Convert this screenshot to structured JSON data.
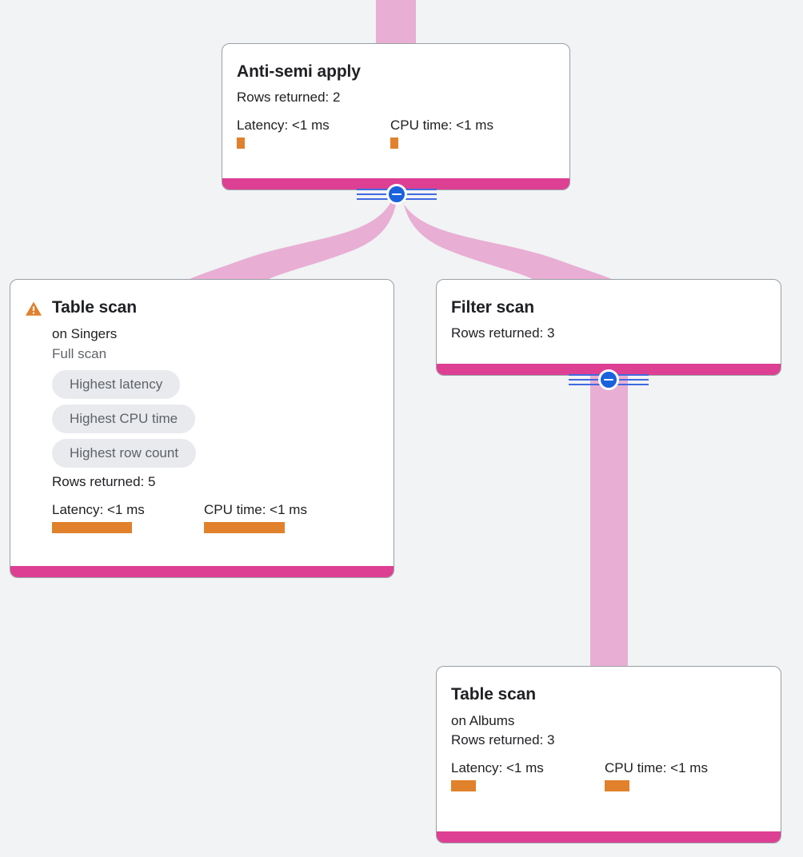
{
  "diagram": {
    "kind": "query-execution-plan",
    "background_color": "#f1f3f4",
    "edge_color": "#e8aed4",
    "accent_color": "#dd3f93",
    "bar_color": "#e1812c",
    "chip_bg_color": "#e8eaed",
    "chip_text_color": "#5f6368",
    "toggle_color": "#1a62dd"
  },
  "nodes": [
    {
      "id": "anti-semi-apply",
      "title": "Anti-semi apply",
      "has_warning": false,
      "subtitle": null,
      "scan_type": null,
      "chips": [],
      "rows_returned": "Rows returned: 2",
      "latency_label": "Latency: <1 ms",
      "cpu_label": "CPU time: <1 ms",
      "latency_bar_width": 10,
      "cpu_bar_width": 10
    },
    {
      "id": "table-scan-singers",
      "title": "Table scan",
      "has_warning": true,
      "subtitle": "on Singers",
      "scan_type": "Full scan",
      "chips": [
        "Highest latency",
        "Highest CPU time",
        "Highest row count"
      ],
      "rows_returned": "Rows returned: 5",
      "latency_label": "Latency: <1 ms",
      "cpu_label": "CPU time: <1 ms",
      "latency_bar_width": 100,
      "cpu_bar_width": 101
    },
    {
      "id": "filter-scan",
      "title": "Filter scan",
      "has_warning": false,
      "subtitle": null,
      "scan_type": null,
      "chips": [],
      "rows_returned": "Rows returned: 3",
      "latency_label": null,
      "cpu_label": null,
      "latency_bar_width": 0,
      "cpu_bar_width": 0
    },
    {
      "id": "table-scan-albums",
      "title": "Table scan",
      "has_warning": false,
      "subtitle": "on Albums",
      "scan_type": null,
      "chips": [],
      "rows_returned": "Rows returned: 3",
      "latency_label": "Latency: <1 ms",
      "cpu_label": "CPU time: <1 ms",
      "latency_bar_width": 31,
      "cpu_bar_width": 31
    }
  ],
  "toggles": [
    {
      "id": "toggle-anti-semi-apply",
      "icon": "minus-circle-icon",
      "state": "expanded"
    },
    {
      "id": "toggle-filter-scan",
      "icon": "minus-circle-icon",
      "state": "expanded"
    }
  ],
  "icons": {
    "warning": "warning-triangle-icon",
    "collapse": "minus-circle-icon"
  }
}
